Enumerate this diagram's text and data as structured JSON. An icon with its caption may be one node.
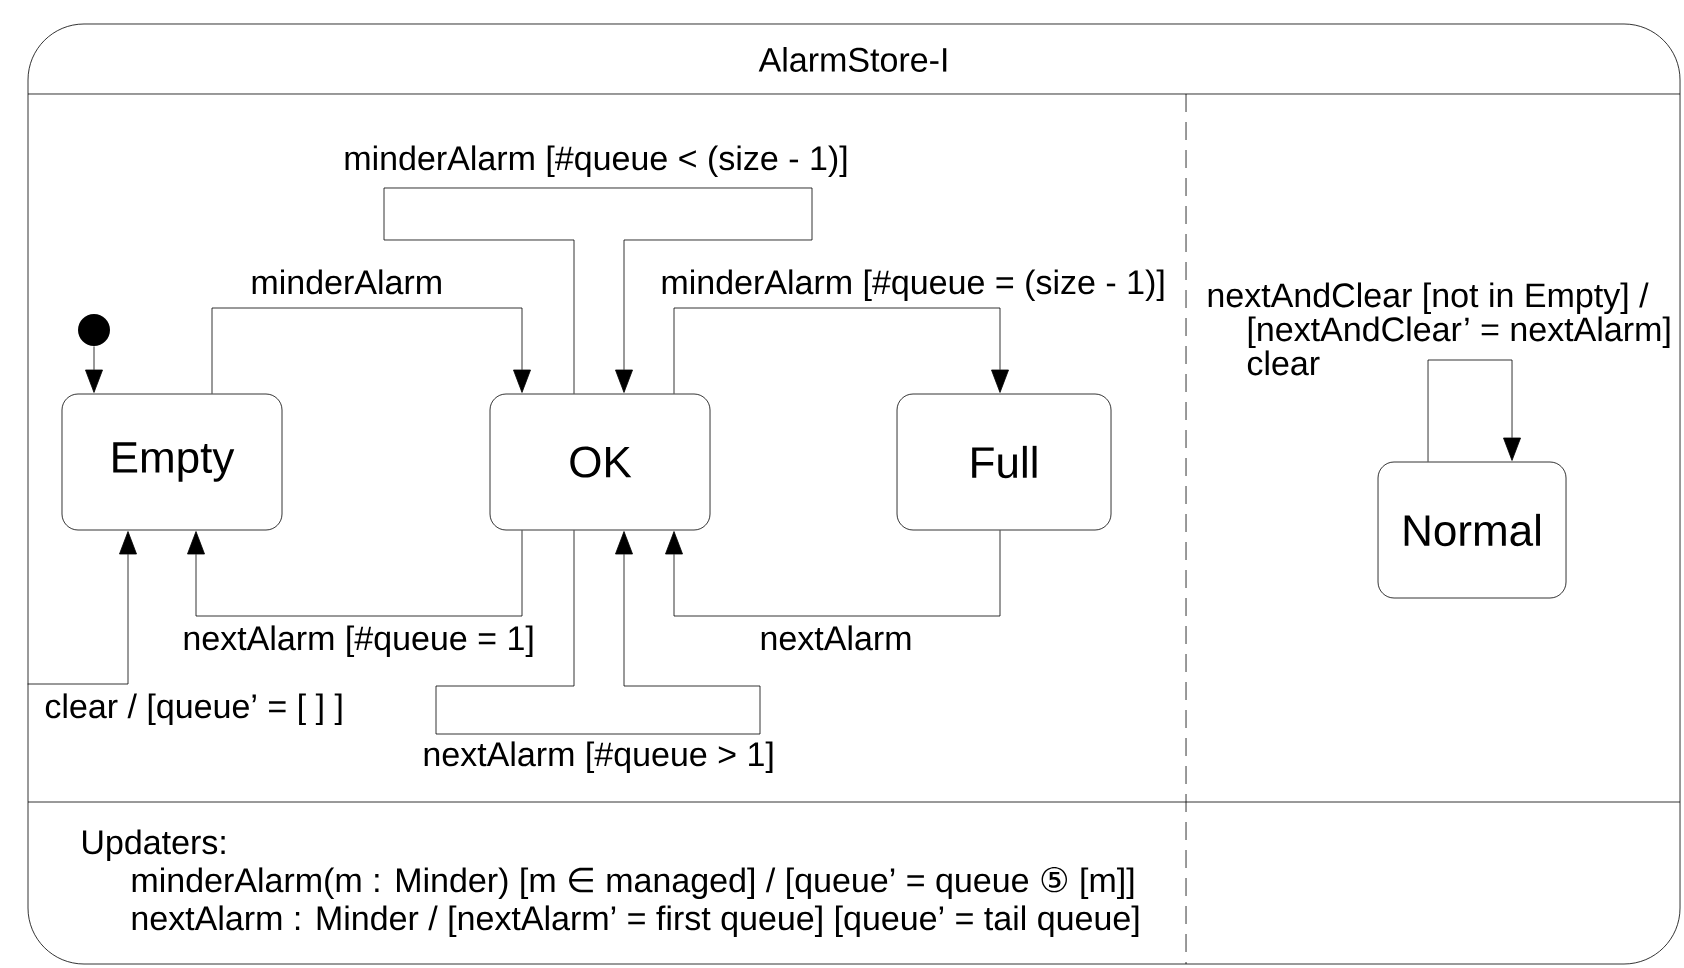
{
  "diagram": {
    "nodes": [
      {
        "text": [
          "AlarmStore-I"
        ]
      },
      {
        "text": [],
        "shape": "circle",
        "in": 0
      },
      {
        "text": [
          "Empty"
        ],
        "in": 0
      },
      {
        "text": [
          "OK"
        ],
        "in": 0
      },
      {
        "text": [
          "Full"
        ],
        "in": 0
      },
      {
        "text": [
          "Normal"
        ],
        "in": 0
      }
    ],
    "edges": [
      {
        "from": 1,
        "to": 2,
        "arrow": "to"
      },
      {
        "from": 2,
        "to": 3,
        "arrow": "to",
        "label": "minderAlarm"
      },
      {
        "from": 3,
        "to": 3,
        "arrow": "to",
        "label": "minderAlarm [#queue < (size - 1)]"
      },
      {
        "from": 3,
        "to": 4,
        "arrow": "to",
        "label": "minderAlarm [#queue = (size - 1)]"
      },
      {
        "from": 3,
        "to": 2,
        "arrow": "to",
        "label": "nextAlarm [#queue = 1]"
      },
      {
        "from": 3,
        "to": 3,
        "arrow": "to",
        "label": "nextAlarm [#queue > 1]"
      },
      {
        "from": 4,
        "to": 3,
        "arrow": "to",
        "label": "nextAlarm"
      },
      {
        "from": 0,
        "to": 2,
        "arrow": "to",
        "label": "clear / [queue’ = [ ] ]"
      },
      {
        "from": 5,
        "to": 5,
        "arrow": "to",
        "label": "nextAndClear [not in Empty] / [nextAndClear’ = nextAlarm] clear"
      }
    ],
    "labels": [
      "Updaters:",
      "minderAlarm(m : Minder) [m ∈ managed] / [queue’ = queue ⑤ [m]]",
      "nextAlarm : Minder / [nextAlarm’ = first queue] [queue’ = tail queue]"
    ]
  }
}
